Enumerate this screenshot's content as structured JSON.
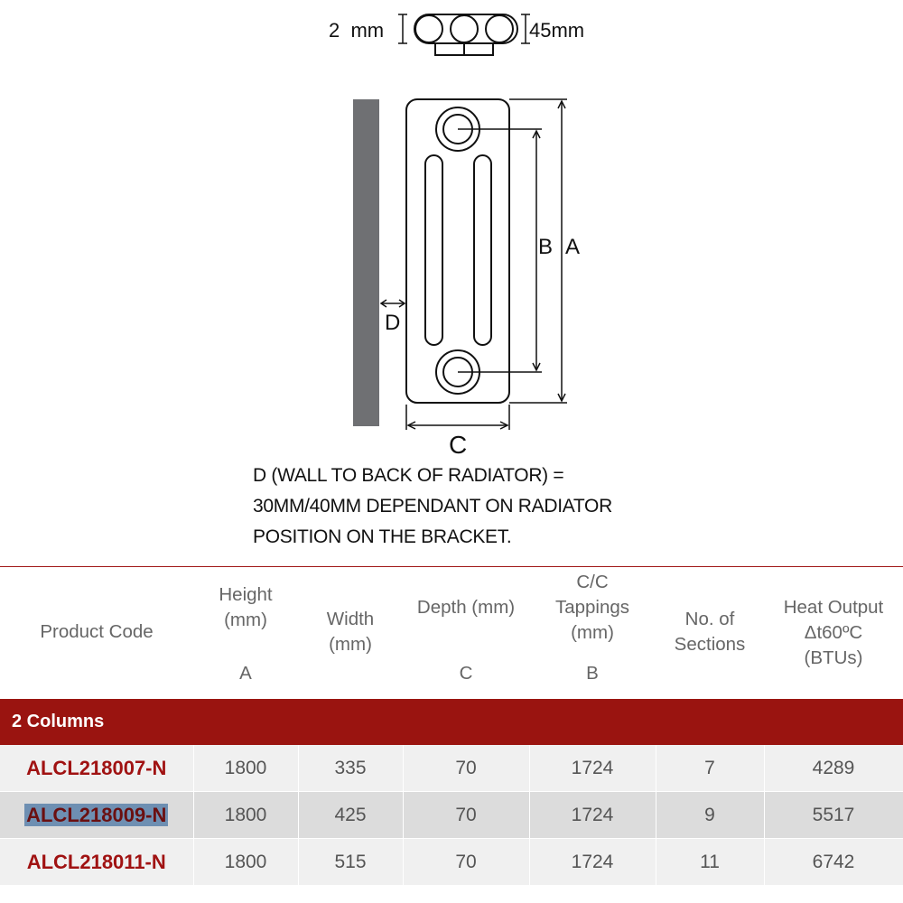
{
  "diagram": {
    "top_dim_left": "2  mm",
    "top_dim_right": "45mm",
    "label_a": "A",
    "label_b": "B",
    "label_c": "C",
    "label_d": "D"
  },
  "note": {
    "line1": "D (WALL TO BACK OF RADIATOR) =",
    "line2": "30MM/40MM DEPENDANT ON RADIATOR",
    "line3": "POSITION ON THE BRACKET."
  },
  "table": {
    "headers": [
      {
        "label": "Product Code",
        "sub": ""
      },
      {
        "label": "Height\n(mm)",
        "sub": "A"
      },
      {
        "label": "Width\n(mm)",
        "sub": ""
      },
      {
        "label": "Depth (mm)",
        "sub": "C"
      },
      {
        "label": "C/C\nTappings\n(mm)",
        "sub": "B"
      },
      {
        "label": "No. of\nSections",
        "sub": ""
      },
      {
        "label": "Heat Output\nΔt60ºC\n(BTUs)",
        "sub": ""
      }
    ],
    "group_label": "2 Columns",
    "rows": [
      {
        "code": "ALCL218007-N",
        "height": "1800",
        "width": "335",
        "depth": "70",
        "cc": "1724",
        "sections": "7",
        "output": "4289",
        "highlighted": false
      },
      {
        "code": "ALCL218009-N",
        "height": "1800",
        "width": "425",
        "depth": "70",
        "cc": "1724",
        "sections": "9",
        "output": "5517",
        "highlighted": true
      },
      {
        "code": "ALCL218011-N",
        "height": "1800",
        "width": "515",
        "depth": "70",
        "cc": "1724",
        "sections": "11",
        "output": "6742",
        "highlighted": false
      }
    ]
  },
  "colors": {
    "accent_red": "#9a1410",
    "wall_grey": "#6f7073",
    "selection_blue": "#6e8fb2"
  }
}
